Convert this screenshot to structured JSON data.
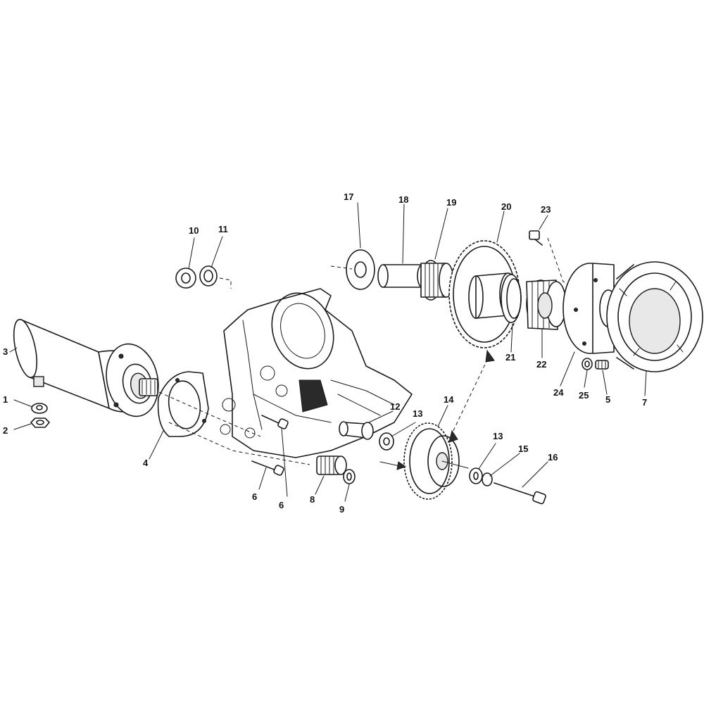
{
  "labels": {
    "p1": "1",
    "p2": "2",
    "p3": "3",
    "p4": "4",
    "p5": "5",
    "p6a": "6",
    "p6b": "6",
    "p7": "7",
    "p8": "8",
    "p9": "9",
    "p10": "10",
    "p11": "11",
    "p12": "12",
    "p13a": "13",
    "p13b": "13",
    "p14": "14",
    "p15": "15",
    "p16": "16",
    "p17": "17",
    "p18": "18",
    "p19": "19",
    "p20": "20",
    "p21": "21",
    "p22": "22",
    "p23": "23",
    "p24": "24",
    "p25": "25"
  }
}
